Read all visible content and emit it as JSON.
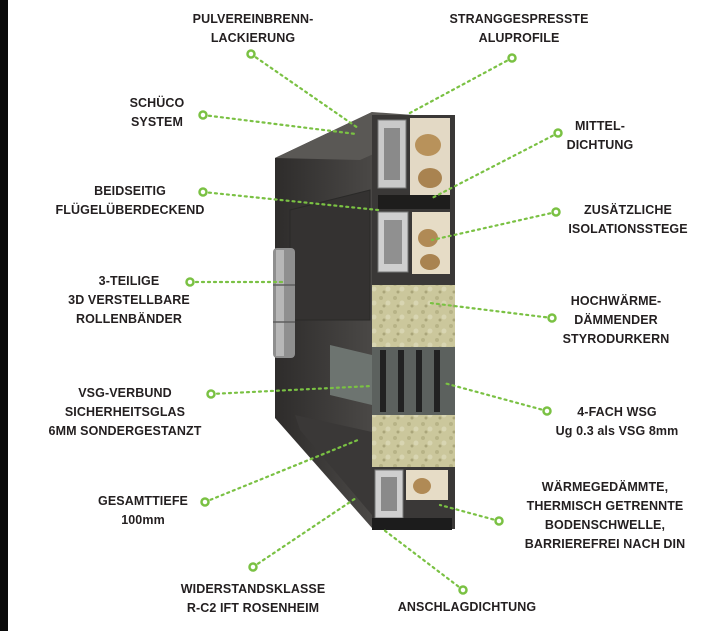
{
  "colors": {
    "accent": "#7ac143",
    "text": "#231f20",
    "profile": "#3f3d3b",
    "foam": "#c9c59a"
  },
  "labels": {
    "pulver": [
      "PULVEREINBRENN-",
      "LACKIERUNG"
    ],
    "strang": [
      "STRANGGESPRESSTE",
      "ALUPROFILE"
    ],
    "schueco": [
      "SCHÜCO",
      "SYSTEM"
    ],
    "mittel": [
      "MITTEL-",
      "DICHTUNG"
    ],
    "beidseitig": [
      "BEIDSEITIG",
      "FLÜGELÜBERDECKEND"
    ],
    "isolation": [
      "ZUSÄTZLICHE",
      "ISOLATIONSSTEGE"
    ],
    "rollen": [
      "3-TEILIGE",
      "3D VERSTELLBARE",
      "ROLLENBÄNDER"
    ],
    "styro": [
      "HOCHWÄRME-",
      "DÄMMENDER",
      "STYRODURKERN"
    ],
    "vsg": [
      "VSG-VERBUND",
      "SICHERHEITSGLAS",
      "6MM SONDERGESTANZT"
    ],
    "wsg": [
      "4-FACH WSG",
      "Ug 0.3 als VSG 8mm"
    ],
    "tiefe": [
      "GESAMTTIEFE",
      "100mm"
    ],
    "schwelle": [
      "WÄRMEGEDÄMMTE,",
      "THERMISCH GETRENNTE",
      "BODENSCHWELLE,",
      "BARRIEREFREI NACH DIN"
    ],
    "widerstand": [
      "WIDERSTANDSKLASSE",
      "R-C2 IFT ROSENHEIM"
    ],
    "anschlag": [
      "ANSCHLAGDICHTUNG"
    ]
  }
}
